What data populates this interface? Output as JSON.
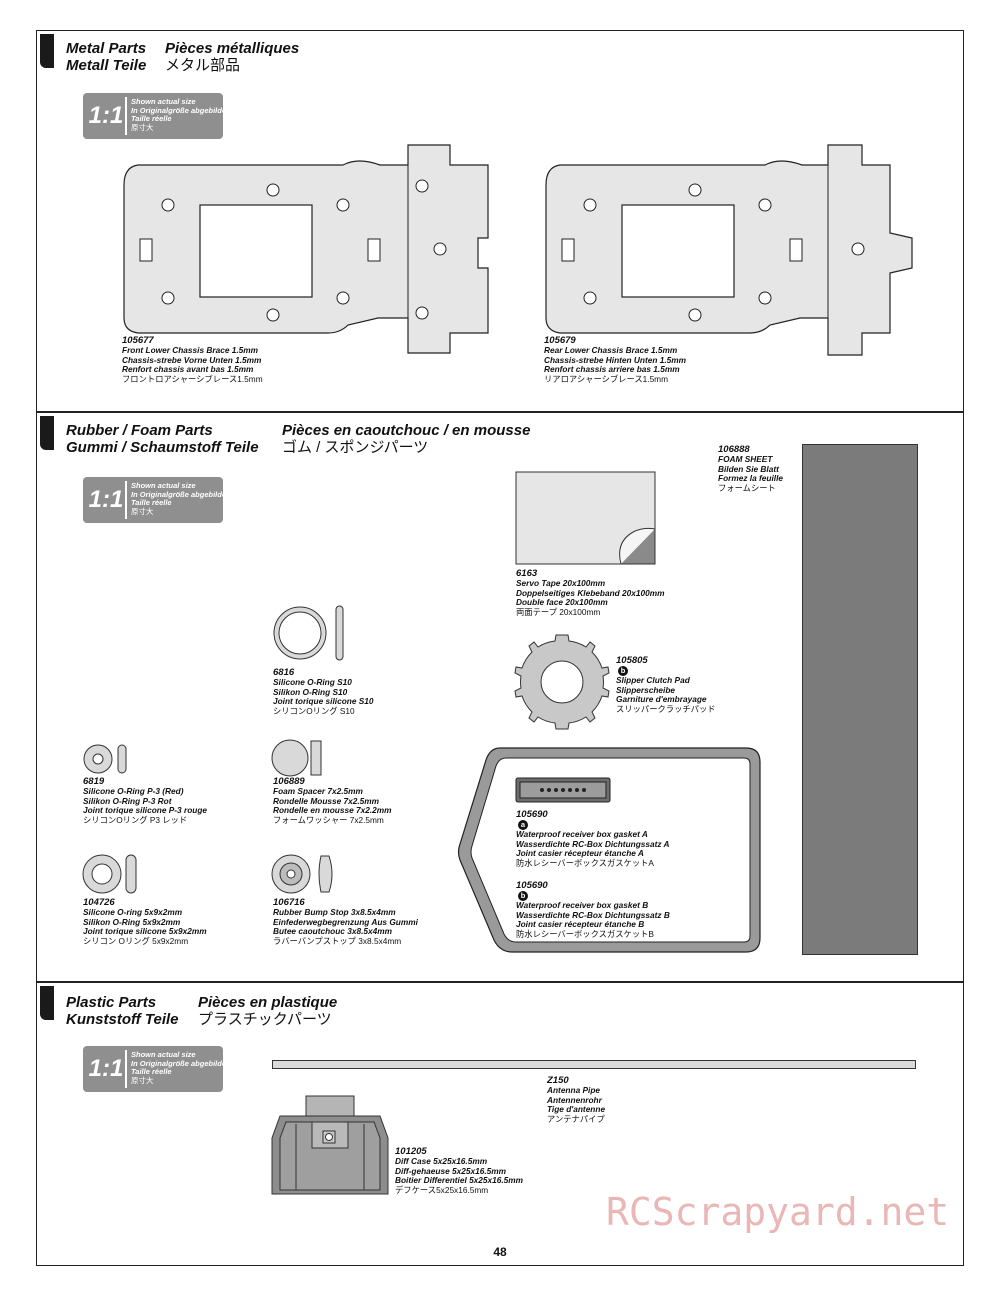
{
  "page_number": "48",
  "watermark": "RCScrapyard.net",
  "badge": {
    "scale": "1:1",
    "lines": [
      "Shown actual size",
      "In Originalgröße abgebildet",
      "Taille réelle",
      "原寸大"
    ]
  },
  "sections": {
    "metal": {
      "title_en": "Metal Parts",
      "title_fr": "Pièces métalliques",
      "title_de": "Metall Teile",
      "title_jp": "メタル部品"
    },
    "rubber": {
      "title_en": "Rubber / Foam Parts",
      "title_fr": "Pièces en caoutchouc / en mousse",
      "title_de": "Gummi / Schaumstoff Teile",
      "title_jp": "ゴム / スポンジパーツ"
    },
    "plastic": {
      "title_en": "Plastic Parts",
      "title_fr": "Pièces en plastique",
      "title_de": "Kunststoff Teile",
      "title_jp": "プラスチックパーツ"
    }
  },
  "parts": {
    "p105677": {
      "num": "105677",
      "en": "Front Lower Chassis Brace 1.5mm",
      "de": "Chassis-strebe Vorne Unten 1.5mm",
      "fr": "Renfort chassis avant bas 1.5mm",
      "jp": "フロントロアシャーシブレース1.5mm"
    },
    "p105679": {
      "num": "105679",
      "en": "Rear Lower Chassis Brace 1.5mm",
      "de": "Chassis-strebe Hinten Unten 1.5mm",
      "fr": "Renfort chassis arriere bas 1.5mm",
      "jp": "リアロアシャーシブレース1.5mm"
    },
    "p106888": {
      "num": "106888",
      "en": "FOAM SHEET",
      "de": "Bilden Sie Blatt",
      "fr": "Formez la feuille",
      "jp": "フォームシート"
    },
    "p6163": {
      "num": "6163",
      "en": "Servo Tape 20x100mm",
      "de": "Doppelseitiges Klebeband 20x100mm",
      "fr": "Double face 20x100mm",
      "jp": "両面テープ 20x100mm"
    },
    "p6816": {
      "num": "6816",
      "en": "Silicone O-Ring S10",
      "de": "Silikon O-Ring S10",
      "fr": "Joint torique silicone S10",
      "jp": "シリコンOリング S10"
    },
    "p105805": {
      "num": "105805",
      "tag": "b",
      "en": "Slipper Clutch Pad",
      "de": "Slipperscheibe",
      "fr": "Garniture d'embrayage",
      "jp": "スリッパークラッチパッド"
    },
    "p6819": {
      "num": "6819",
      "en": "Silicone O-Ring P-3 (Red)",
      "de": "Silikon O-Ring P-3 Rot",
      "fr": "Joint torique silicone P-3 rouge",
      "jp": "シリコンOリング P3 レッド"
    },
    "p106889": {
      "num": "106889",
      "en": "Foam Spacer 7x2.5mm",
      "de": "Rondelle Mousse 7x2.5mm",
      "fr": "Rondelle en mousse 7x2.2mm",
      "jp": "フォームワッシャー 7x2.5mm"
    },
    "p105690a": {
      "num": "105690",
      "tag": "a",
      "en": "Waterproof receiver box gasket A",
      "de": "Wasserdichte RC-Box Dichtungssatz A",
      "fr": "Joint casier récepteur étanche A",
      "jp": "防水レシーバーボックスガスケットA"
    },
    "p105690b": {
      "num": "105690",
      "tag": "b",
      "en": "Waterproof receiver box gasket B",
      "de": "Wasserdichte RC-Box Dichtungssatz B",
      "fr": "Joint casier récepteur étanche B",
      "jp": "防水レシーバーボックスガスケットB"
    },
    "p104726": {
      "num": "104726",
      "en": "Silicone O-ring 5x9x2mm",
      "de": "Silikon O-Ring 5x9x2mm",
      "fr": "Joint torique silicone 5x9x2mm",
      "jp": "シリコン Oリング 5x9x2mm"
    },
    "p106716": {
      "num": "106716",
      "en": "Rubber Bump Stop 3x8.5x4mm",
      "de": "Einfederwegbegrenzung Aus Gummi",
      "fr": "Butee caoutchouc 3x8.5x4mm",
      "jp": "ラバーバンプストップ 3x8.5x4mm"
    },
    "pZ150": {
      "num": "Z150",
      "en": "Antenna Pipe",
      "de": "Antennenrohr",
      "fr": "Tige d'antenne",
      "jp": "アンテナパイプ"
    },
    "p101205": {
      "num": "101205",
      "en": "Diff Case 5x25x16.5mm",
      "de": "Diff-gehaeuse 5x25x16.5mm",
      "fr": "Boitier Differentiel 5x25x16.5mm",
      "jp": "デフケース5x25x16.5mm"
    }
  }
}
